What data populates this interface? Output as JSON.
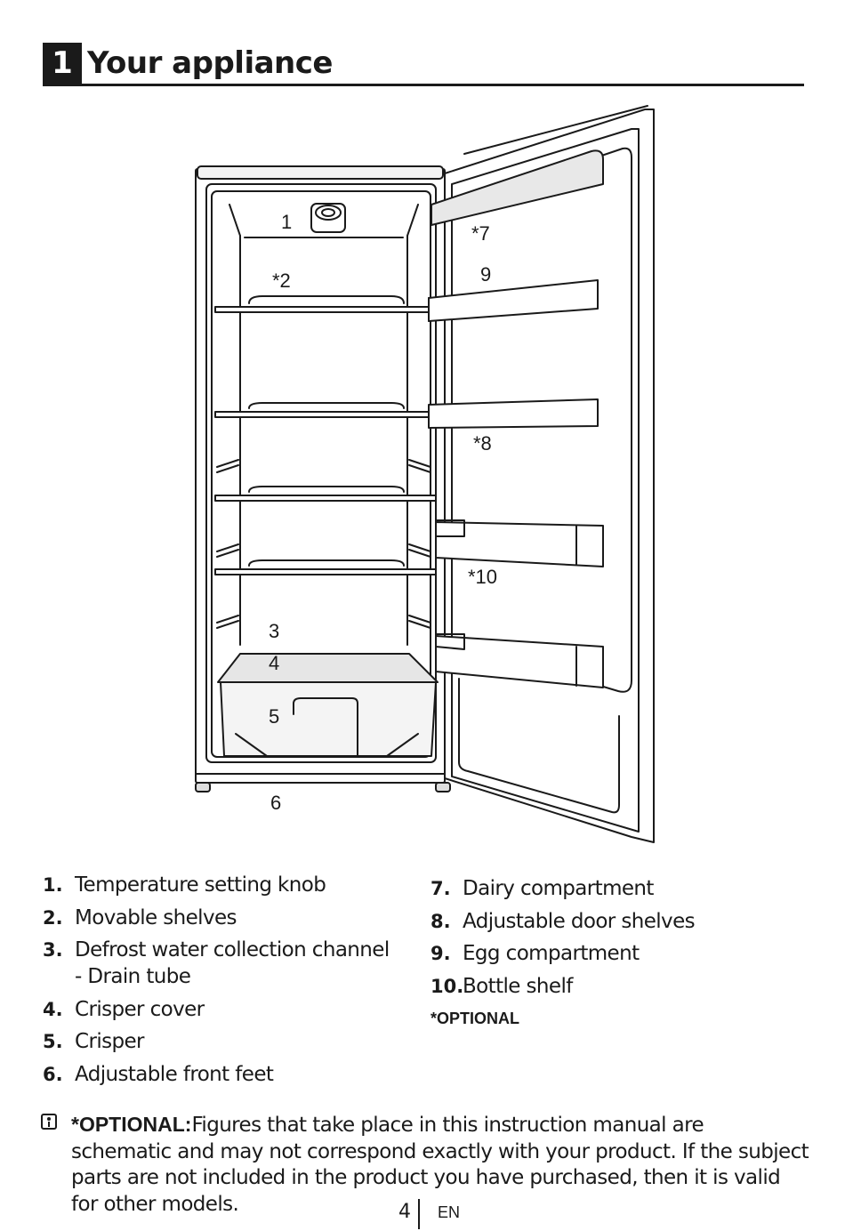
{
  "header": {
    "number": "1",
    "title": "Your appliance"
  },
  "figure": {
    "callouts": [
      "1",
      "*2",
      "3",
      "4",
      "5",
      "6",
      "*7",
      "*8",
      "9",
      "*10"
    ]
  },
  "legend": {
    "left": [
      {
        "num": "1.",
        "text": "Temperature setting knob"
      },
      {
        "num": "2.",
        "text": "Movable shelves"
      },
      {
        "num": "3.",
        "text": "Defrost water collection channel - Drain tube"
      },
      {
        "num": "4.",
        "text": "Crisper cover"
      },
      {
        "num": "5.",
        "text": "Crisper"
      },
      {
        "num": "6.",
        "text": "Adjustable front feet"
      }
    ],
    "right": [
      {
        "num": "7.",
        "text": "Dairy compartment"
      },
      {
        "num": "8.",
        "text": "Adjustable door shelves"
      },
      {
        "num": "9.",
        "text": "Egg compartment"
      },
      {
        "num": "10.",
        "text": "Bottle shelf"
      }
    ],
    "optional_note": "*OPTIONAL"
  },
  "info": {
    "icon": "info-icon",
    "label": "*OPTIONAL:",
    "text": "Figures that take place in this instruction manual are schematic and may not correspond exactly with your product. If the subject parts are not included in the product you have purchased, then it is valid for other models."
  },
  "footer": {
    "page": "4",
    "lang": "EN"
  }
}
